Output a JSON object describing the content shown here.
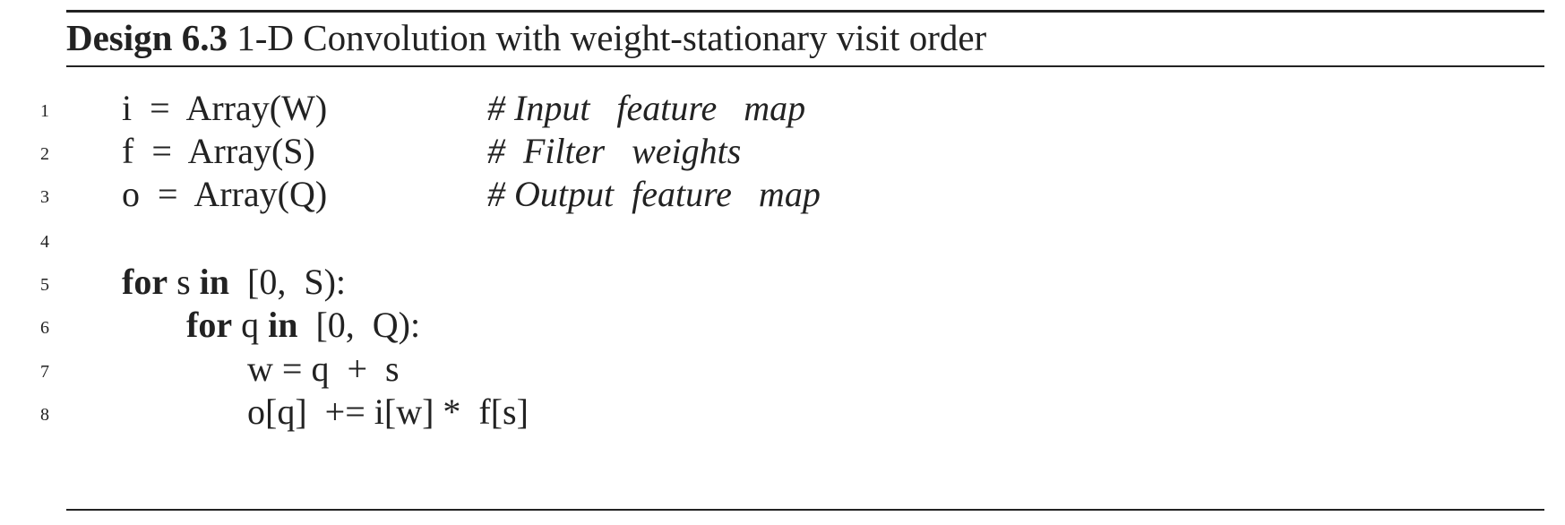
{
  "caption": {
    "label": "Design 6.3",
    "title": "1-D Convolution with weight-stationary visit order"
  },
  "lines": [
    {
      "number": "1",
      "code": "i  =  Array(W)",
      "comment": "# Input   feature   map"
    },
    {
      "number": "2",
      "code": "f  =  Array(S)",
      "comment": "#  Filter   weights"
    },
    {
      "number": "3",
      "code": "o  =  Array(Q)",
      "comment": "# Output  feature   map"
    },
    {
      "number": "4",
      "code": "",
      "comment": ""
    },
    {
      "number": "5",
      "kw1": "for",
      "mid1": " s ",
      "kw2": "in",
      "rest": "  [0,  S):"
    },
    {
      "number": "6",
      "kw1": "for",
      "mid1": " q ",
      "kw2": "in",
      "rest": "  [0,  Q):"
    },
    {
      "number": "7",
      "code": "w = q  +  s"
    },
    {
      "number": "8",
      "code": "o[q]  += i[w] *  f[s]"
    }
  ]
}
